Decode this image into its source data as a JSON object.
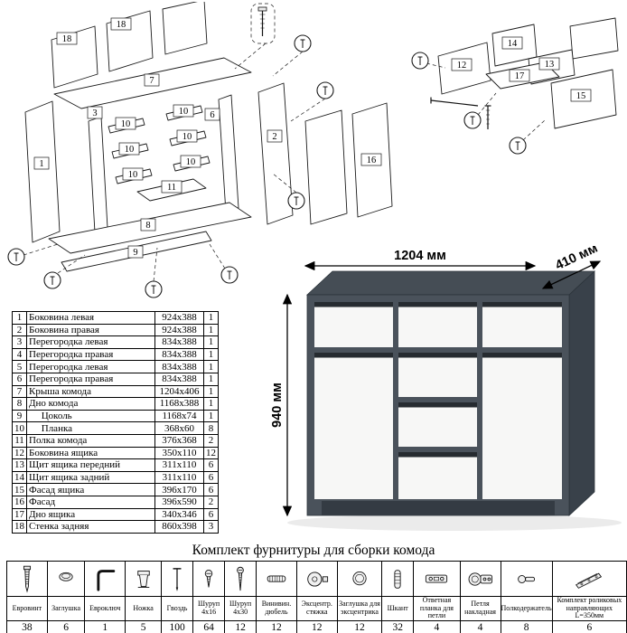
{
  "diagram_main": {
    "labels": [
      "18",
      "18",
      "7",
      "1",
      "3",
      "2",
      "6",
      "10",
      "10",
      "10",
      "10",
      "10",
      "10",
      "11",
      "16",
      "9",
      "8"
    ]
  },
  "diagram_drawer": {
    "labels": [
      "14",
      "12",
      "13",
      "17",
      "15"
    ]
  },
  "dimensions": {
    "width": "1204 мм",
    "depth": "410 мм",
    "height": "940 мм"
  },
  "colors": {
    "carcass_top": "#454d55",
    "carcass_side": "#39414a",
    "carcass_front": "#4a525b",
    "front_panel": "#f7f7f6",
    "groove": "#262b30",
    "plinth": "#343b43",
    "shadow": "#e3e3e3"
  },
  "parts_table": {
    "rows": [
      {
        "num": "1",
        "name": "Боковина левая",
        "size": "924x388",
        "qty": "1"
      },
      {
        "num": "2",
        "name": "Боковина правая",
        "size": "924x388",
        "qty": "1"
      },
      {
        "num": "3",
        "name": "Перегородка левая",
        "size": "834x388",
        "qty": "1"
      },
      {
        "num": "4",
        "name": "Перегородка правая",
        "size": "834x388",
        "qty": "1"
      },
      {
        "num": "5",
        "name": "Перегородка левая",
        "size": "834x388",
        "qty": "1"
      },
      {
        "num": "6",
        "name": "Перегородка правая",
        "size": "834x388",
        "qty": "1"
      },
      {
        "num": "7",
        "name": "Крыша комода",
        "size": "1204x406",
        "qty": "1"
      },
      {
        "num": "8",
        "name": "Дно комода",
        "size": "1168x388",
        "qty": "1"
      },
      {
        "num": "9",
        "name": "     Цоколь",
        "size": "1168x74",
        "qty": "1"
      },
      {
        "num": "10",
        "name": "     Планка",
        "size": "368x60",
        "qty": "8"
      },
      {
        "num": "11",
        "name": "Полка комода",
        "size": "376x368",
        "qty": "2"
      },
      {
        "num": "12",
        "name": "Боковина ящика",
        "size": "350x110",
        "qty": "12"
      },
      {
        "num": "13",
        "name": "Щит ящика передний",
        "size": "311x110",
        "qty": "6"
      },
      {
        "num": "14",
        "name": "Щит ящика задний",
        "size": "311x110",
        "qty": "6"
      },
      {
        "num": "15",
        "name": "Фасад ящика",
        "size": "396x170",
        "qty": "6"
      },
      {
        "num": "16",
        "name": "Фасад",
        "size": "396x590",
        "qty": "2"
      },
      {
        "num": "17",
        "name": "Дно ящика",
        "size": "340x346",
        "qty": "6"
      },
      {
        "num": "18",
        "name": "Стенка задняя",
        "size": "860x398",
        "qty": "3"
      }
    ]
  },
  "hardware": {
    "title": "Комплект фурнитуры для сборки комода",
    "items": [
      {
        "name": "Евровинт",
        "qty": "38",
        "icon": "euro-screw-icon"
      },
      {
        "name": "Заглушка",
        "qty": "6",
        "icon": "cap-icon"
      },
      {
        "name": "Евроключ",
        "qty": "1",
        "icon": "hex-key-icon"
      },
      {
        "name": "Ножка",
        "qty": "5",
        "icon": "leg-icon"
      },
      {
        "name": "Гвоздь",
        "qty": "100",
        "icon": "nail-icon"
      },
      {
        "name": "Шуруп 4x16",
        "qty": "64",
        "icon": "screw-small-icon"
      },
      {
        "name": "Шуруп 4x30",
        "qty": "12",
        "icon": "screw-long-icon"
      },
      {
        "name": "Винивин. дюбель",
        "qty": "12",
        "icon": "dowel-screw-icon"
      },
      {
        "name": "Эксцентр. стяжка",
        "qty": "12",
        "icon": "cam-lock-icon"
      },
      {
        "name": "Заглушка для эксцентрика",
        "qty": "12",
        "icon": "cam-cap-icon"
      },
      {
        "name": "Шкант",
        "qty": "32",
        "icon": "wood-dowel-icon"
      },
      {
        "name": "Ответная планка для петли",
        "qty": "4",
        "icon": "hinge-plate-icon"
      },
      {
        "name": "Петля накладная",
        "qty": "4",
        "icon": "hinge-icon"
      },
      {
        "name": "Полкодержатель",
        "qty": "8",
        "icon": "shelf-pin-icon"
      },
      {
        "name": "Комплект роликовых направляющих L=350мм",
        "qty": "6",
        "icon": "drawer-slide-icon"
      }
    ]
  }
}
